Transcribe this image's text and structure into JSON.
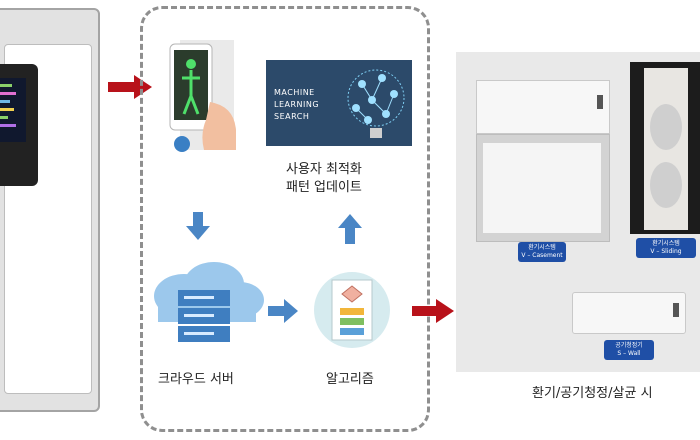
{
  "left": {
    "title": "                                                                                           ",
    "label": "                    "
  },
  "center": {
    "mobile_label": "                   ",
    "ml_lines": [
      "MACHINE",
      "LEARNING",
      "SEARCH"
    ],
    "update_label_line1": "사용자 최적화",
    "update_label_line2": "패턴 업데이트",
    "cloud_label": "크라우드 서버",
    "algo_label": "알고리즘"
  },
  "right": {
    "badge1_line1": "환기시스템",
    "badge1_line2": "V – Casement",
    "badge2_line1": "환기시스템",
    "badge2_line2": "V – Sliding",
    "badge3_line1": "공기청정기",
    "badge3_line2": "S – Wall",
    "caption": "환기/공기청정/살균 시"
  },
  "colors": {
    "red_arrow": "#b8121a",
    "blue_arrow": "#4a86c5",
    "badge": "#1f4fa6",
    "ml_bg": "#2c4a6a"
  }
}
